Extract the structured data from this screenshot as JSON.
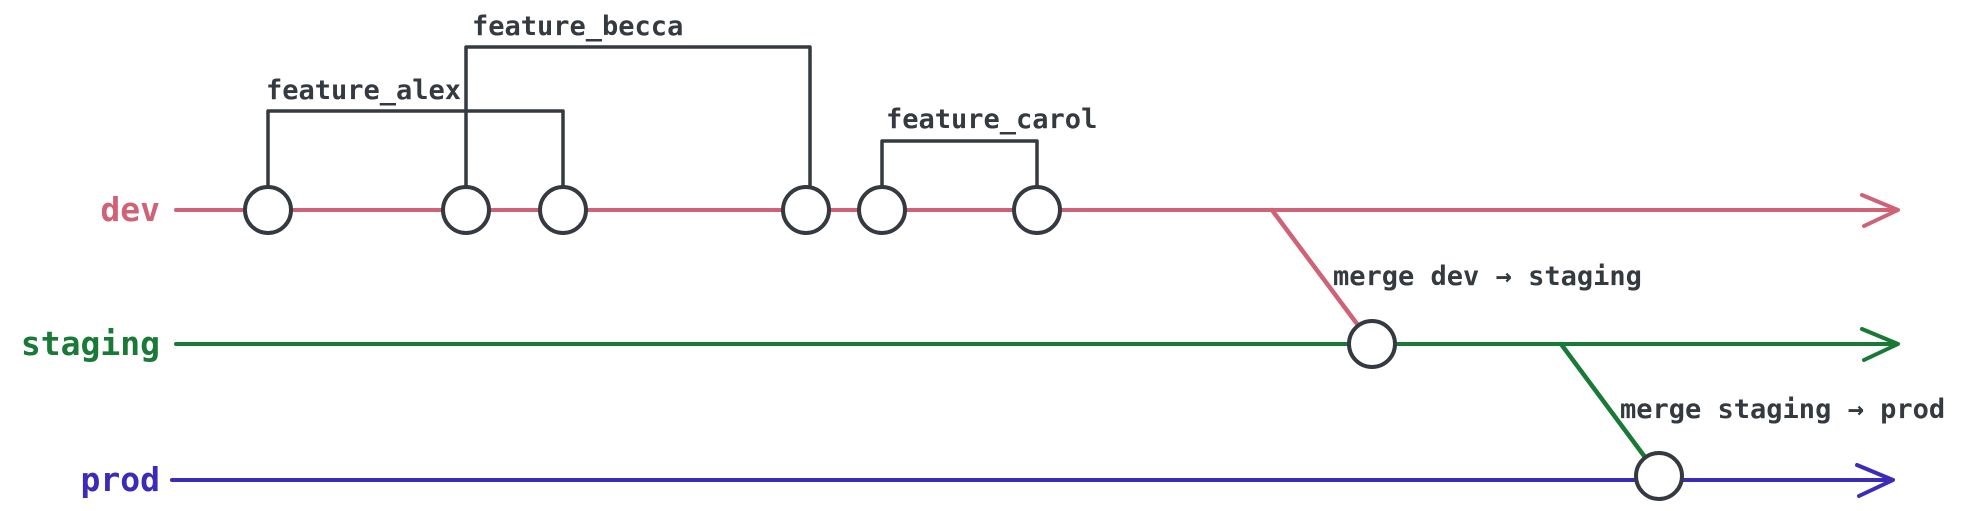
{
  "colors": {
    "dev": "#d06278",
    "staging": "#187a36",
    "prod": "#3a2bb8",
    "ink": "#343a40",
    "node_fill": "#ffffff",
    "background": "#ffffff"
  },
  "branches": {
    "dev": {
      "label": "dev"
    },
    "staging": {
      "label": "staging"
    },
    "prod": {
      "label": "prod"
    }
  },
  "features": {
    "alex": {
      "label": "feature_alex"
    },
    "becca": {
      "label": "feature_becca"
    },
    "carol": {
      "label": "feature_carol"
    }
  },
  "merges": {
    "dev_to_staging": {
      "label": "merge dev → staging"
    },
    "staging_to_prod": {
      "label": "merge staging → prod"
    }
  }
}
